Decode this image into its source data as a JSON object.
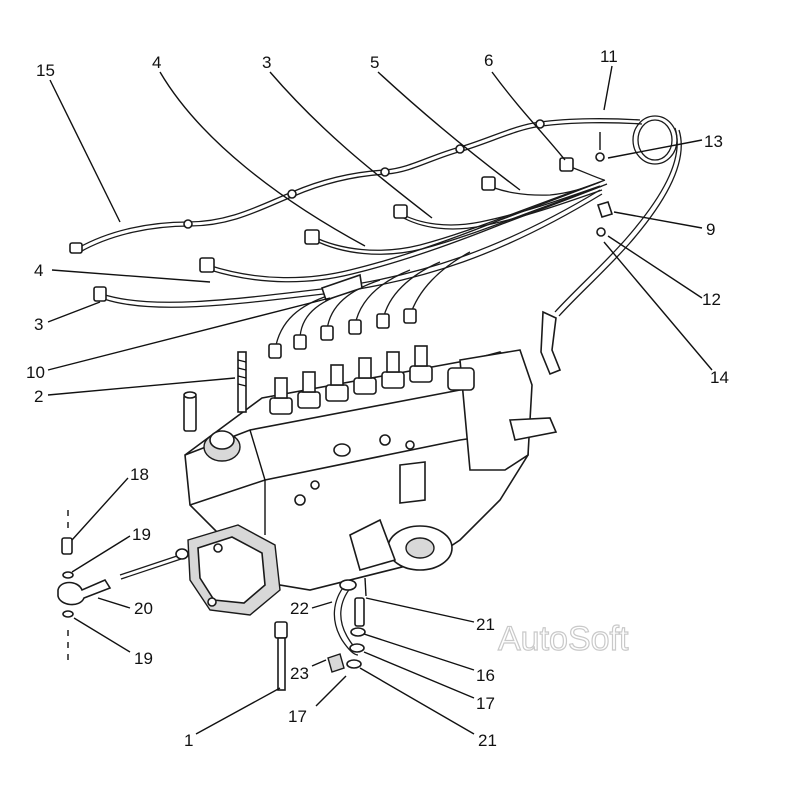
{
  "watermark": "AutoSoft",
  "labels": {
    "l15": "15",
    "l4a": "4",
    "l3a": "3",
    "l5": "5",
    "l6": "6",
    "l11": "11",
    "l13": "13",
    "l9": "9",
    "l12": "12",
    "l14": "14",
    "l4b": "4",
    "l3b": "3",
    "l10": "10",
    "l2": "2",
    "l18": "18",
    "l19a": "19",
    "l20": "20",
    "l19b": "19",
    "l22": "22",
    "l21a": "21",
    "l16": "16",
    "l23": "23",
    "l17a": "17",
    "l17b": "17",
    "l1": "1",
    "l21b": "21"
  }
}
